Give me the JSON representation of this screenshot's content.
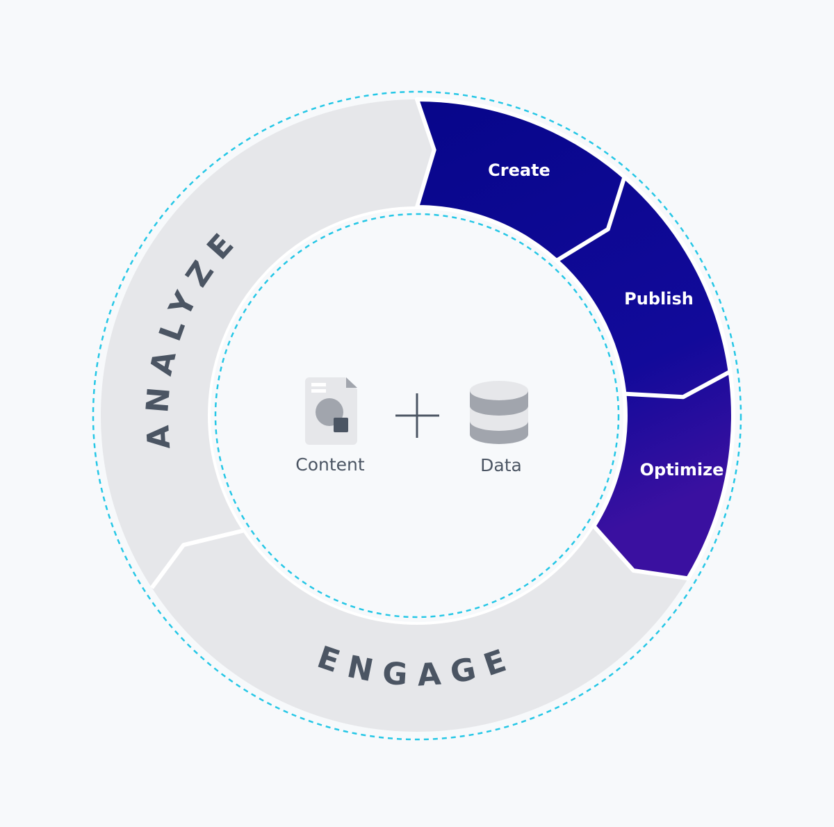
{
  "phases": {
    "analyze": "ANALYZE",
    "engage": "ENGAGE"
  },
  "stages": [
    {
      "label": "Create"
    },
    {
      "label": "Publish"
    },
    {
      "label": "Optimize"
    }
  ],
  "center": {
    "content_label": "Content",
    "data_label": "Data",
    "operator": "+"
  },
  "colors": {
    "ring_gray": "#e6e7ea",
    "stage_blue_top": "#08088c",
    "stage_blue_bottom": "#31109f",
    "dash": "#25c7e6",
    "text_dark": "#4b5563"
  }
}
